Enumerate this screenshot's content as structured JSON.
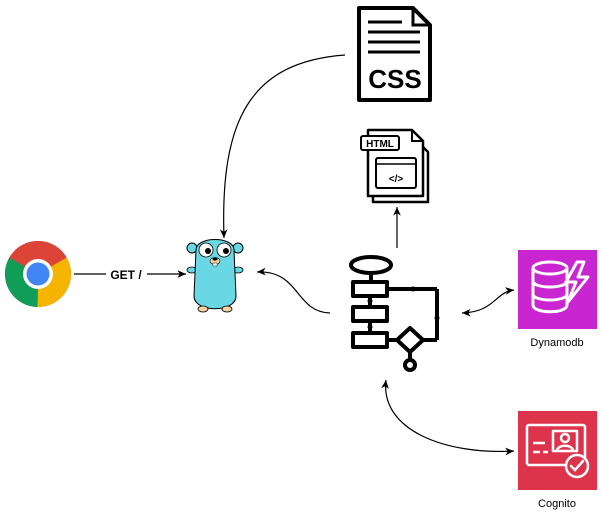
{
  "edges": {
    "get_label": "GET /"
  },
  "nodes": {
    "css": {
      "text": "CSS"
    },
    "html": {
      "text": "HTML",
      "code": "</>"
    },
    "dynamodb": {
      "label": "Dynamodb",
      "color": "#C925D1"
    },
    "cognito": {
      "label": "Cognito",
      "color": "#DD344C"
    }
  },
  "colors": {
    "gopher": "#6AD7E5",
    "chrome_red": "#DB4437",
    "chrome_green": "#0F9D58",
    "chrome_yellow": "#F4B400",
    "chrome_blue": "#4285F4"
  }
}
